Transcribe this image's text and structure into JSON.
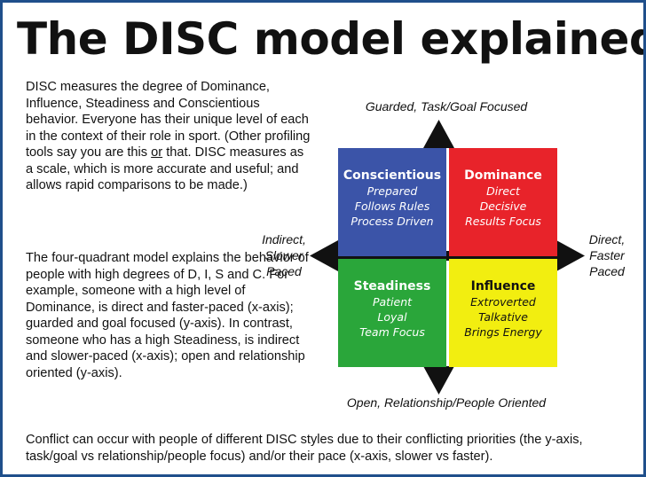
{
  "title": "The DISC model explained",
  "para1": {
    "before": "DISC measures the degree of Dominance, Influence, Steadiness and Conscientious behavior. Everyone has their unique level of each in the context of their role in sport. (Other profiling tools say you are this ",
    "emph": "or",
    "after": " that. DISC measures as a scale, which is more accurate and useful; and allows rapid comparisons to be made.)"
  },
  "para2": "The four-quadrant model explains the behavior of people with high degrees of D, I, S and C. For example, someone with a high level of Dominance, is direct and faster-paced (x-axis); guarded and goal focused (y-axis). In contrast, someone who has a high Steadiness, is indirect and slower-paced (x-axis); open and relationship oriented (y-axis).",
  "para3": "Conflict can occur with people of different DISC styles due to their conflicting priorities (the y-axis, task/goal vs relationship/people focus) and/or their pace (x-axis, slower vs faster).",
  "axes": {
    "top": "Guarded, Task/Goal Focused",
    "bottom": "Open, Relationship/People Oriented",
    "left_lines": [
      "Indirect,",
      "Slower",
      "Paced"
    ],
    "right_lines": [
      "Direct,",
      "Faster",
      "Paced"
    ]
  },
  "quadrants": {
    "conscientious": {
      "name": "Conscientious",
      "traits": [
        "Prepared",
        "Follows Rules",
        "Process Driven"
      ],
      "color": "#3b54a8"
    },
    "dominance": {
      "name": "Dominance",
      "traits": [
        "Direct",
        "Decisive",
        "Results Focus"
      ],
      "color": "#e8232a"
    },
    "steadiness": {
      "name": "Steadiness",
      "traits": [
        "Patient",
        "Loyal",
        "Team Focus"
      ],
      "color": "#2aa63a"
    },
    "influence": {
      "name": "Influence",
      "traits": [
        "Extroverted",
        "Talkative",
        "Brings Energy"
      ],
      "color": "#f2ee10"
    }
  },
  "colors": {
    "border": "#1f4f8b",
    "axis": "#111111"
  }
}
